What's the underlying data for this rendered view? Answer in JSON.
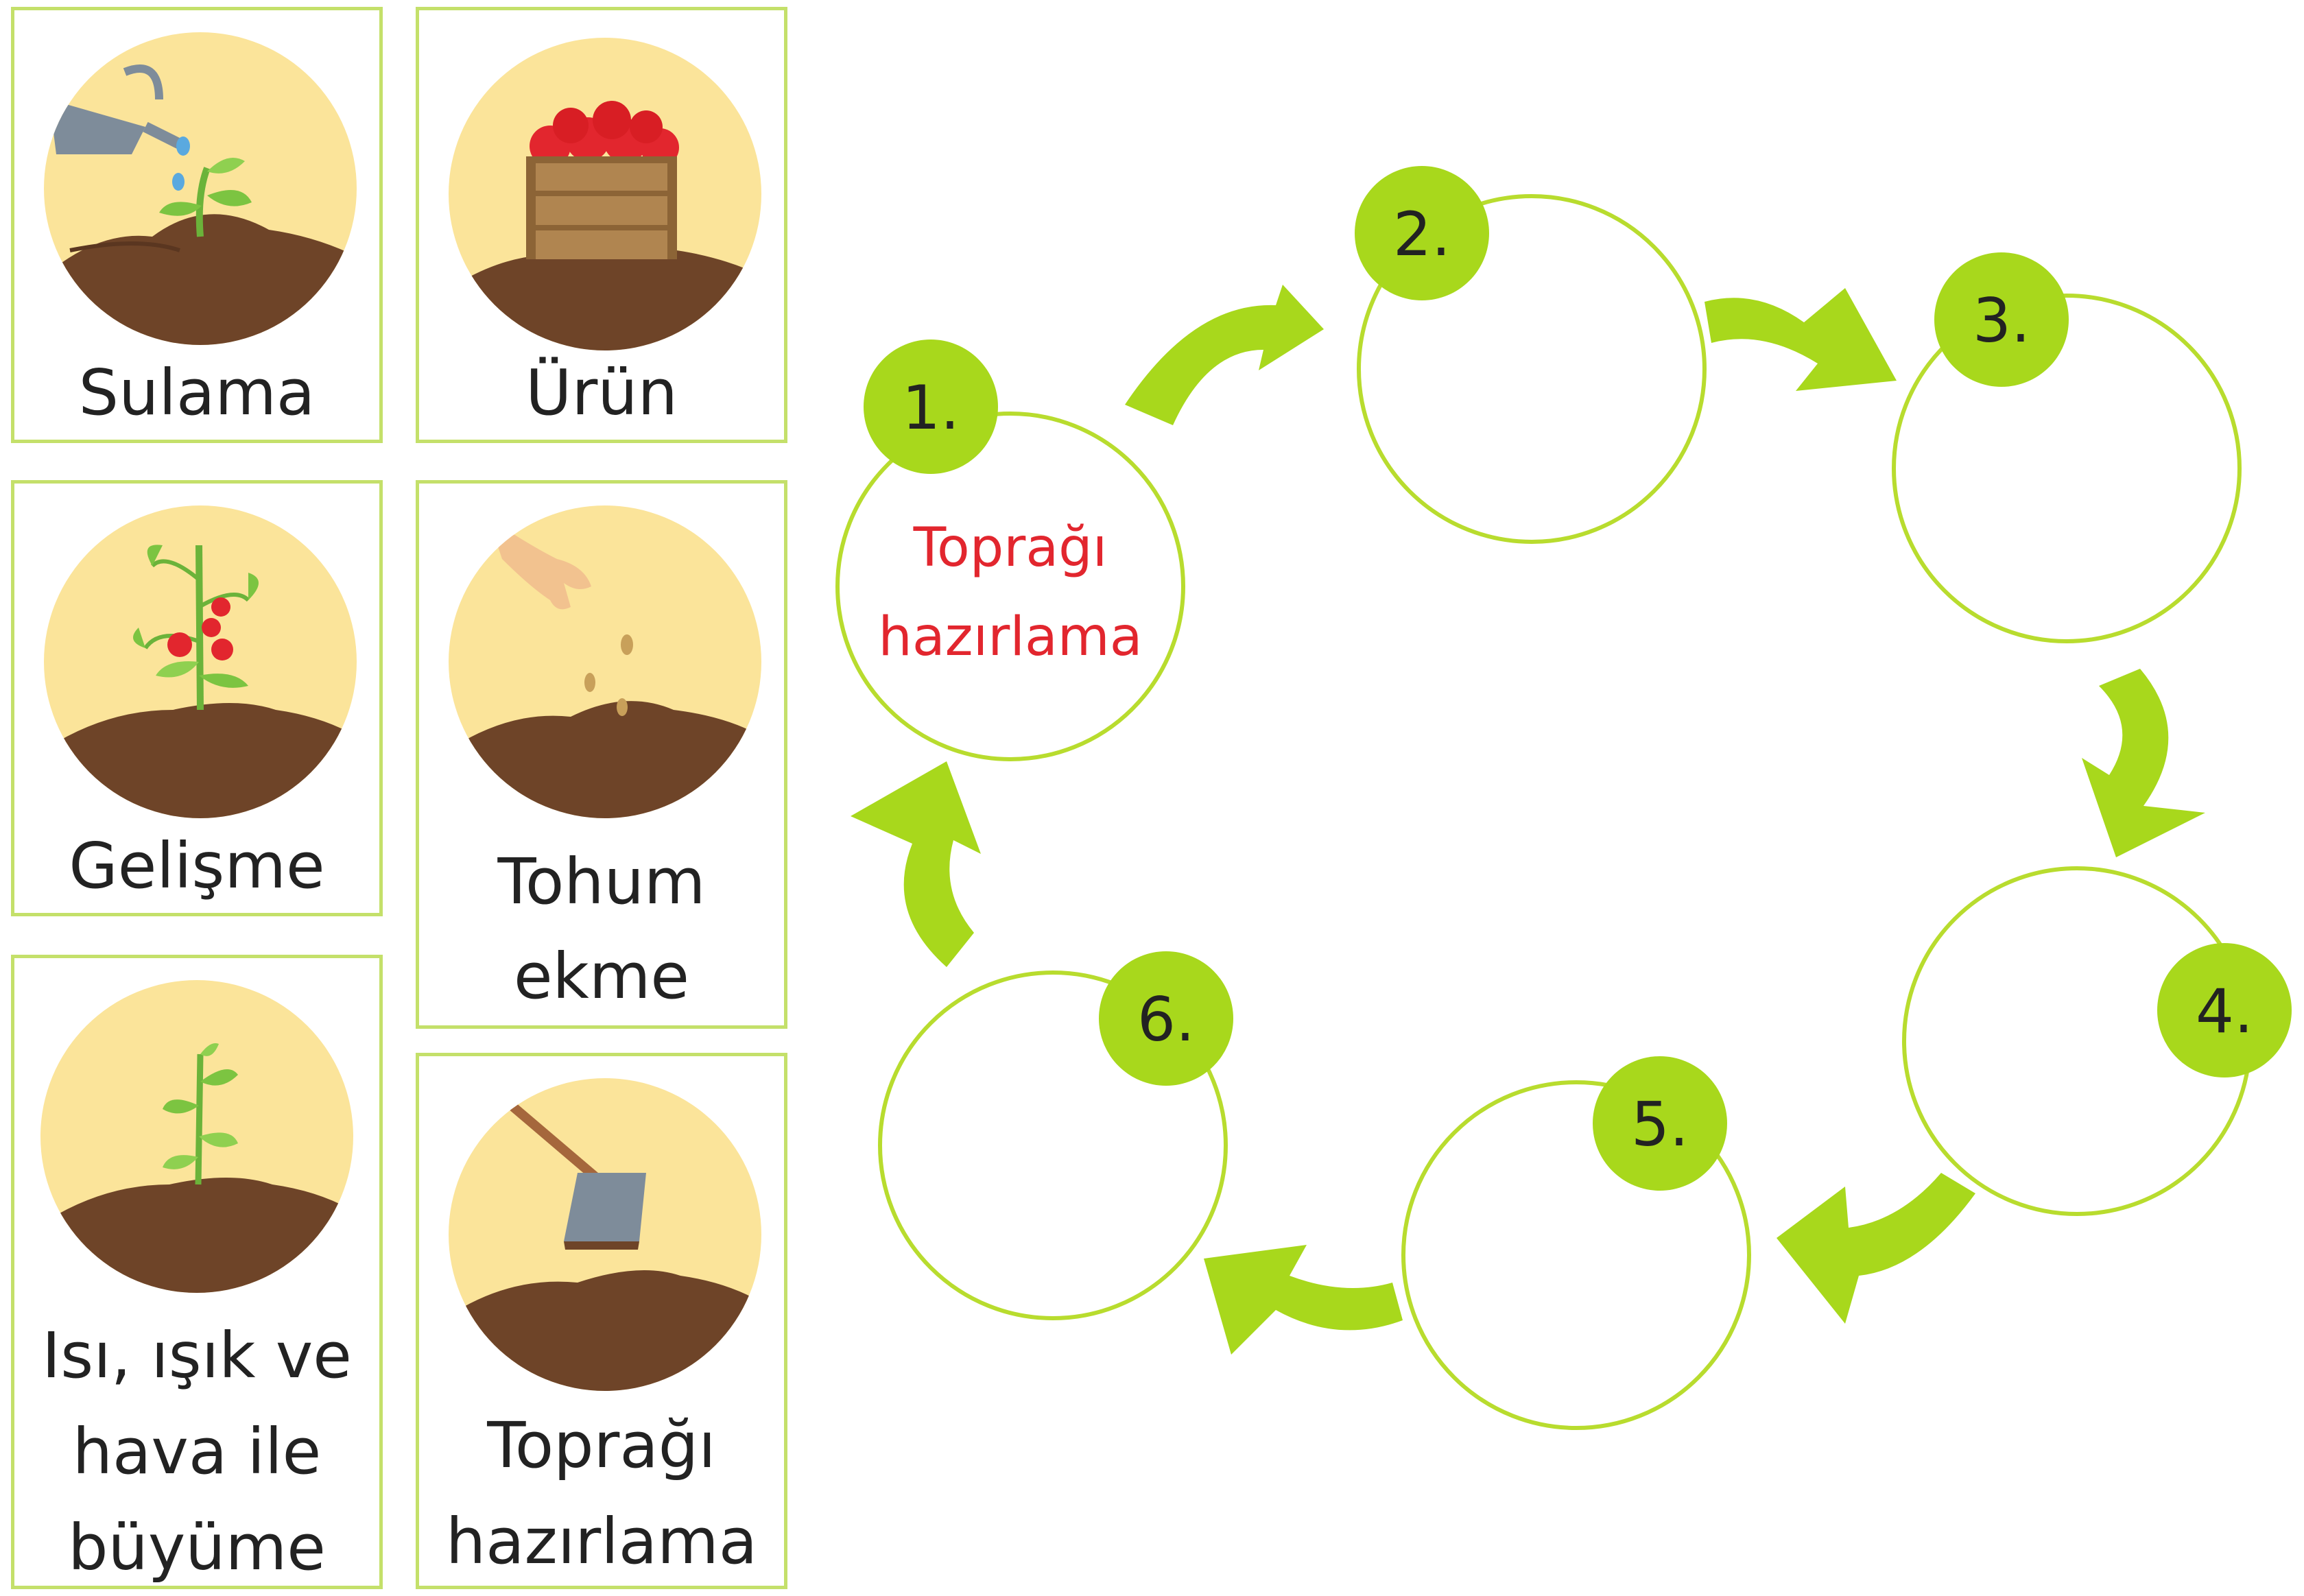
{
  "cards": [
    {
      "id": "sulama",
      "label_lines": [
        "Sulama"
      ],
      "icon": "watering-can-sprout-icon"
    },
    {
      "id": "urun",
      "label_lines": [
        "Ürün"
      ],
      "icon": "tomato-crate-icon"
    },
    {
      "id": "gelisme",
      "label_lines": [
        "Gelişme"
      ],
      "icon": "tomato-plant-icon"
    },
    {
      "id": "tohum-ekme",
      "label_lines": [
        "Tohum",
        "ekme"
      ],
      "icon": "hand-sowing-seeds-icon"
    },
    {
      "id": "buyume",
      "label_lines": [
        "Isı, ışık ve",
        "hava ile",
        "büyüme"
      ],
      "icon": "seedling-icon"
    },
    {
      "id": "topragi-hazirlama",
      "label_lines": [
        "Toprağı",
        "hazırlama"
      ],
      "icon": "hoe-soil-icon"
    }
  ],
  "cycle": {
    "steps": [
      {
        "number": "1.",
        "text_lines": [
          "Toprağı",
          "hazırlama"
        ]
      },
      {
        "number": "2.",
        "text_lines": []
      },
      {
        "number": "3.",
        "text_lines": []
      },
      {
        "number": "4.",
        "text_lines": []
      },
      {
        "number": "5.",
        "text_lines": []
      },
      {
        "number": "6.",
        "text_lines": []
      }
    ]
  },
  "colors": {
    "accent_green": "#a8d81c",
    "ring_green": "#b8dc2e",
    "card_border": "#c4e06a",
    "soil": "#6e4428",
    "sun_yellow": "#fbe49a",
    "step_text_red": "#e2262e"
  }
}
